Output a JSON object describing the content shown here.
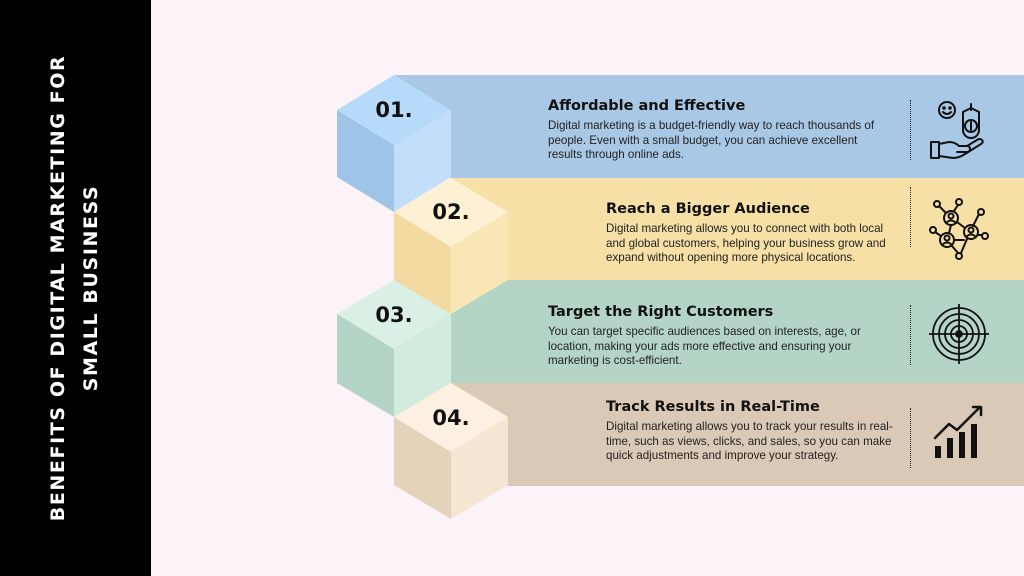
{
  "sidebar": {
    "title_line1": "BENEFITS OF DIGITAL MARKETING FOR",
    "title_line2": "SMALL BUSINESS"
  },
  "colors": {
    "band1": "#a9c8e6",
    "band2": "#f6e0a6",
    "band3": "#b4d4c6",
    "band4": "#dac9b6",
    "background": "#fcf3f8",
    "sidebar": "#000000"
  },
  "items": [
    {
      "number": "01.",
      "title": "Affordable and Effective",
      "description": "Digital marketing is a budget-friendly way to reach thousands of people. Even with a small budget, you can achieve excellent results through online ads.",
      "icon": "money-hand-icon"
    },
    {
      "number": "02.",
      "title": "Reach a Bigger Audience",
      "description": "Digital marketing allows you to connect with both local and global customers, helping your business grow and expand without opening more physical locations.",
      "icon": "network-people-icon"
    },
    {
      "number": "03.",
      "title": "Target the Right Customers",
      "description": "You can target specific audiences based on interests, age, or location, making your ads more effective and ensuring your marketing is cost-efficient.",
      "icon": "target-icon"
    },
    {
      "number": "04.",
      "title": "Track Results in Real-Time",
      "description": "Digital marketing allows you to track your results in real-time, such as views, clicks, and sales, so you can make quick adjustments and improve your strategy.",
      "icon": "growth-chart-icon"
    }
  ]
}
